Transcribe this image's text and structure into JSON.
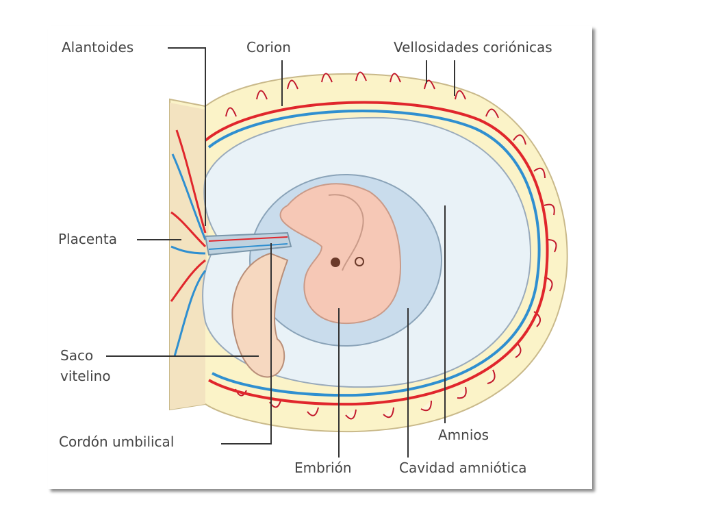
{
  "labels": {
    "alantoides": "Alantoides",
    "corion": "Corion",
    "vellosidades": "Vellosidades coriónicas",
    "placenta": "Placenta",
    "saco_line1": "Saco",
    "saco_line2": "vitelino",
    "cordon": "Cordón umbilical",
    "embrion": "Embrión",
    "amnios": "Amnios",
    "cavidad": "Cavidad amniótica"
  },
  "colors": {
    "decidua": "#fbf3c8",
    "chorion_inner": "#e9f2f7",
    "amnion_fill": "#c9dcec",
    "embryo": "#f6c8b6",
    "yolk_sac": "#f6d8c0",
    "artery_red": "#e0262c",
    "vein_blue": "#2f8fd0",
    "line": "#333333"
  }
}
